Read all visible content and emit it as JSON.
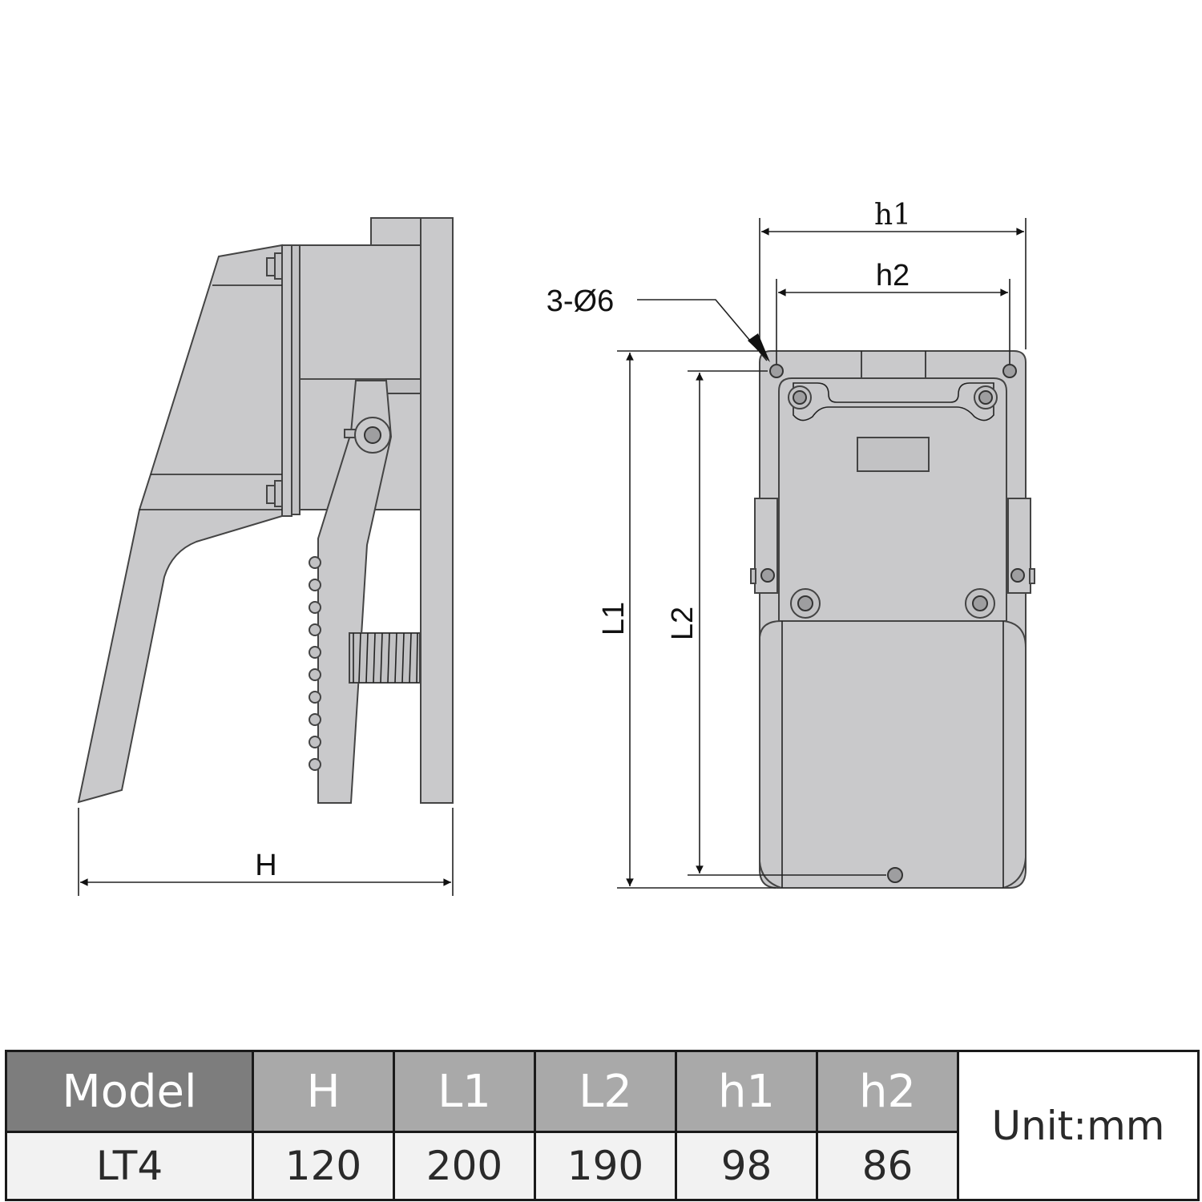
{
  "labels": {
    "H": "H",
    "L1": "L1",
    "L2": "L2",
    "h1": "h1",
    "h2": "h2",
    "holes": "3-Ø6"
  },
  "table": {
    "headers": [
      "Model",
      "H",
      "L1",
      "L2",
      "h1",
      "h2"
    ],
    "row": [
      "LT4",
      "120",
      "200",
      "190",
      "98",
      "86"
    ],
    "unit": "Unit:mm"
  }
}
